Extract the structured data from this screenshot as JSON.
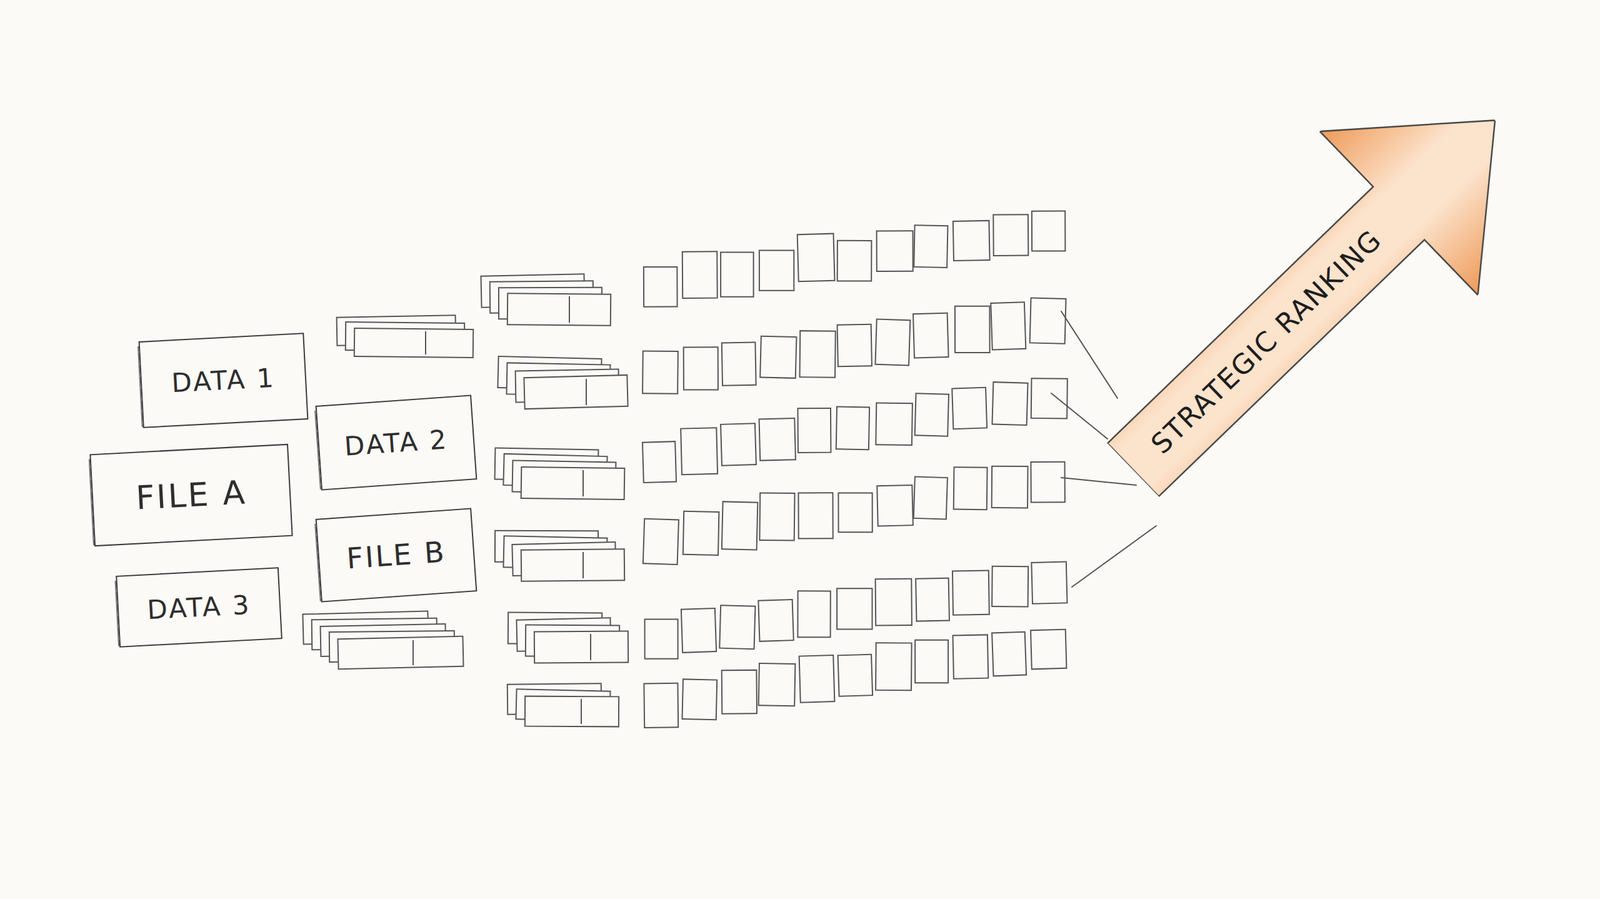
{
  "diagram": {
    "nodes": [
      {
        "text": [
          "DATA 1"
        ]
      },
      {
        "text": [
          "DATA 2"
        ]
      },
      {
        "text": [
          "FILE A"
        ]
      },
      {
        "text": [
          "FILE B"
        ]
      },
      {
        "text": [
          "DATA 3"
        ]
      },
      {
        "text": [
          "STRATEGIC RANKING"
        ]
      }
    ]
  }
}
